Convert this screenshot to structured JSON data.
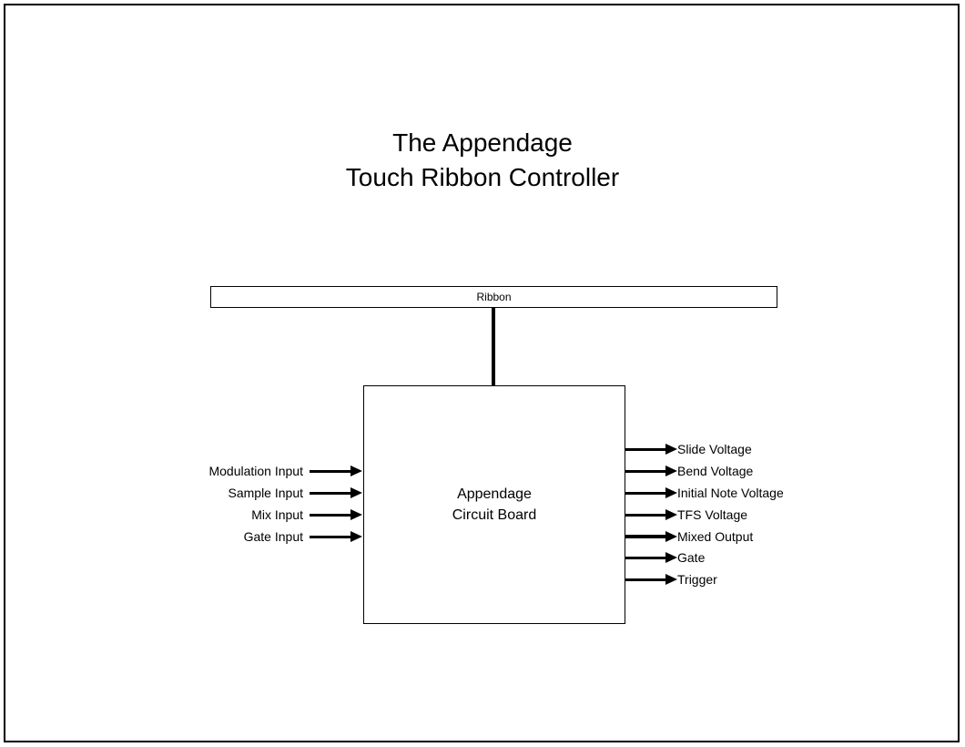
{
  "title": {
    "line1": "The Appendage",
    "line2": "Touch Ribbon Controller"
  },
  "ribbon": {
    "label": "Ribbon"
  },
  "board": {
    "line1": "Appendage",
    "line2": "Circuit Board"
  },
  "inputs": [
    {
      "label": "Modulation Input"
    },
    {
      "label": "Sample Input"
    },
    {
      "label": "Mix Input"
    },
    {
      "label": "Gate Input"
    }
  ],
  "outputs": [
    {
      "label": "Slide Voltage"
    },
    {
      "label": "Bend Voltage"
    },
    {
      "label": "Initial Note Voltage"
    },
    {
      "label": "TFS Voltage"
    },
    {
      "label": "Mixed Output"
    },
    {
      "label": "Gate"
    },
    {
      "label": "Trigger"
    }
  ],
  "colors": {
    "line": "#000000",
    "background": "#ffffff"
  }
}
